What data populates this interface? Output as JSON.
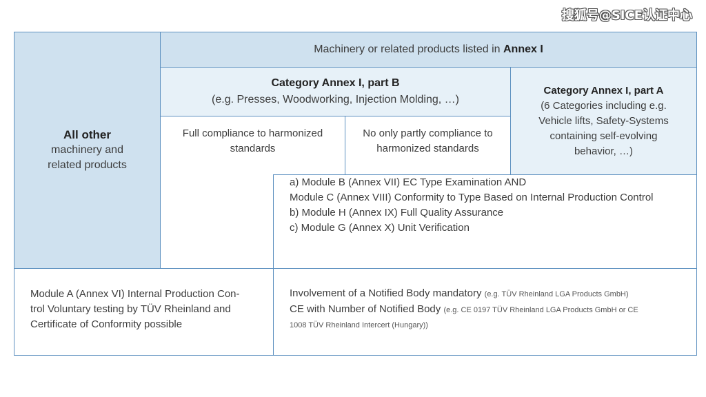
{
  "watermark": "搜狐号@SICE认证中心",
  "header": {
    "prefix": "Machinery or related products listed in ",
    "bold": "Annex I"
  },
  "all_other": {
    "bold": "All other",
    "line2": "machinery and",
    "line3": "related products"
  },
  "cat_b": {
    "title": "Category Annex I, part B",
    "subtitle": "(e.g. Presses, Woodworking, Injection Molding, …)"
  },
  "cat_a": {
    "title": "Category Annex I, part A",
    "line1": "(6 Categories including e.g.",
    "line2": "Vehicle lifts, Safety-Systems",
    "line3": "containing self-evolving",
    "line4": "behavior, …)"
  },
  "full_compliance": {
    "line1": "Full compliance to harmonized",
    "line2": "standards"
  },
  "partial_compliance": {
    "line1": "No only partly compliance to",
    "line2": "harmonized standards"
  },
  "modules": {
    "line1": "a) Module B (Annex VII) EC Type Examination AND",
    "line2": "Module C (Annex VIII) Conformity to Type Based on Internal Production Control",
    "line3": "b) Module H (Annex IX) Full Quality Assurance",
    "line4": "c) Module G (Annex X) Unit Verification"
  },
  "module_a": {
    "line1": "Module A (Annex VI) Internal Production Con-",
    "line2": "trol Voluntary testing by TÜV Rheinland and",
    "line3": "Certificate of Conformity possible"
  },
  "notified": {
    "line1": "Involvement of a Notified Body mandatory",
    "line1_small": "(e.g. TÜV Rheinland LGA Products GmbH)",
    "line2": "CE with Number of Notified Body",
    "line2_small": "(e.g. CE 0197 TÜV Rheinland LGA Products GmbH or CE",
    "line3_small": "1008 TÜV Rheinland Intercert (Hungary))"
  },
  "colors": {
    "border": "#5b8fbf",
    "dark_fill": "#cfe1ef",
    "light_fill": "#e7f1f8"
  }
}
